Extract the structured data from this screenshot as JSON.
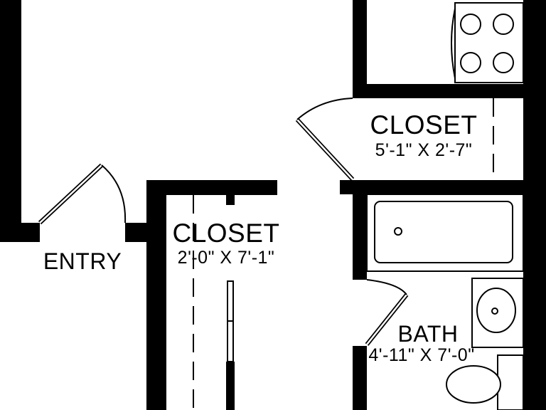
{
  "rooms": {
    "entry": {
      "label": "ENTRY"
    },
    "closet_kitchen": {
      "label": "CLOSET",
      "dimensions": "5'-1\" X 2'-7\""
    },
    "closet_hall": {
      "label": "CLOSET",
      "dimensions": "2'-0\" X 7'-1\""
    },
    "bath": {
      "label": "BATH",
      "dimensions": "4'-11\" X 7'-0\""
    }
  },
  "colors": {
    "wall": "#000000",
    "background": "#ffffff"
  }
}
